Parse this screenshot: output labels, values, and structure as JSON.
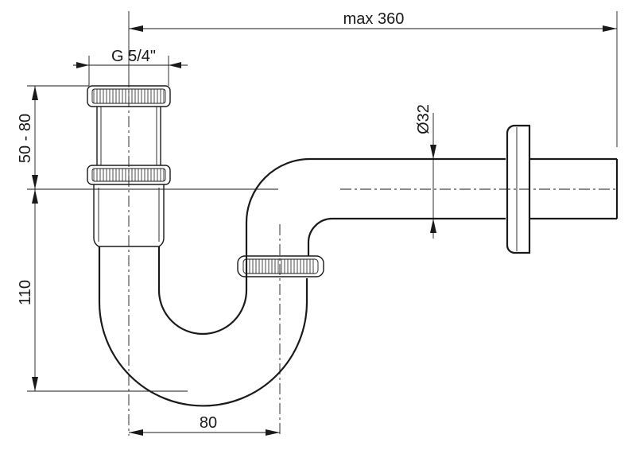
{
  "dimensions": {
    "max_length": "max 360",
    "thread": "G 5/4\"",
    "height_range": "50 - 80",
    "diameter": "Ø32",
    "vertical_depth": "110",
    "horizontal_offset": "80"
  }
}
